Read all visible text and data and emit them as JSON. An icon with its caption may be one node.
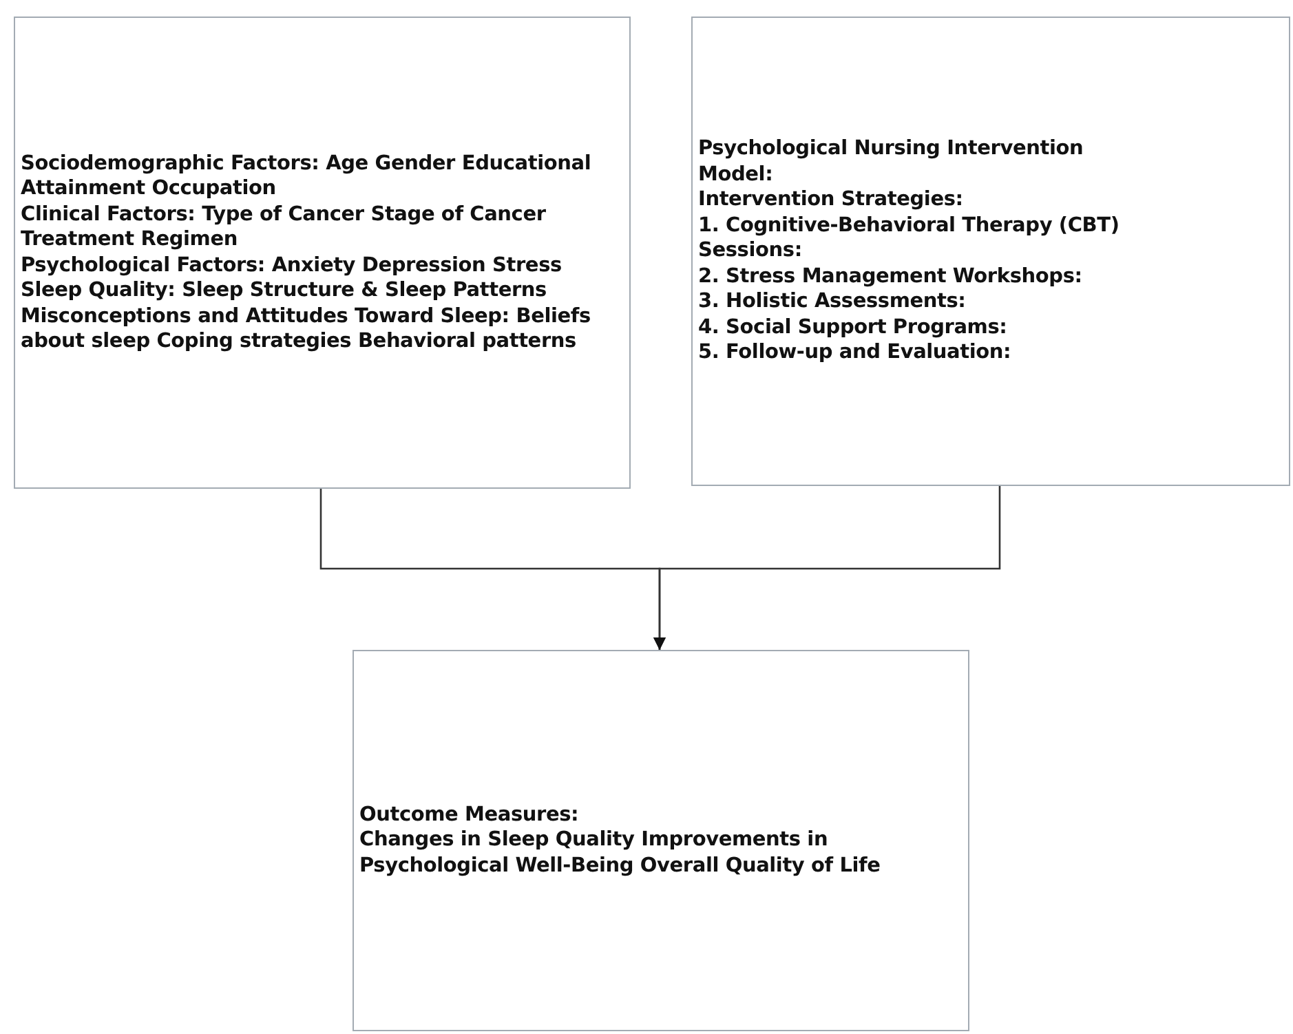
{
  "diagram": {
    "nodes": [
      {
        "text": [
          "Sociodemographic Factors: Age Gender Educational Attainment Occupation",
          "Clinical Factors: Type of Cancer Stage of Cancer",
          "Treatment Regimen",
          "Psychological Factors: Anxiety Depression Stress",
          "Sleep Quality: Sleep Structure & Sleep Patterns",
          "Misconceptions and Attitudes Toward Sleep: Beliefs about sleep Coping strategies Behavioral patterns"
        ]
      },
      {
        "text": [
          "Psychological Nursing Intervention Model:",
          "Intervention Strategies:",
          "1. Cognitive-Behavioral Therapy (CBT) Sessions:",
          "2. Stress Management Workshops:",
          "3. Holistic Assessments:",
          "4. Social Support Programs:",
          "5. Follow-up and Evaluation:"
        ]
      },
      {
        "text": [
          "Outcome Measures:",
          "Changes in Sleep Quality Improvements in Psychological Well-Being Overall Quality of Life"
        ]
      }
    ],
    "edges": [
      {
        "from": 0,
        "to": 2,
        "arrow": "to"
      },
      {
        "from": 1,
        "to": 2,
        "arrow": "to"
      }
    ]
  }
}
